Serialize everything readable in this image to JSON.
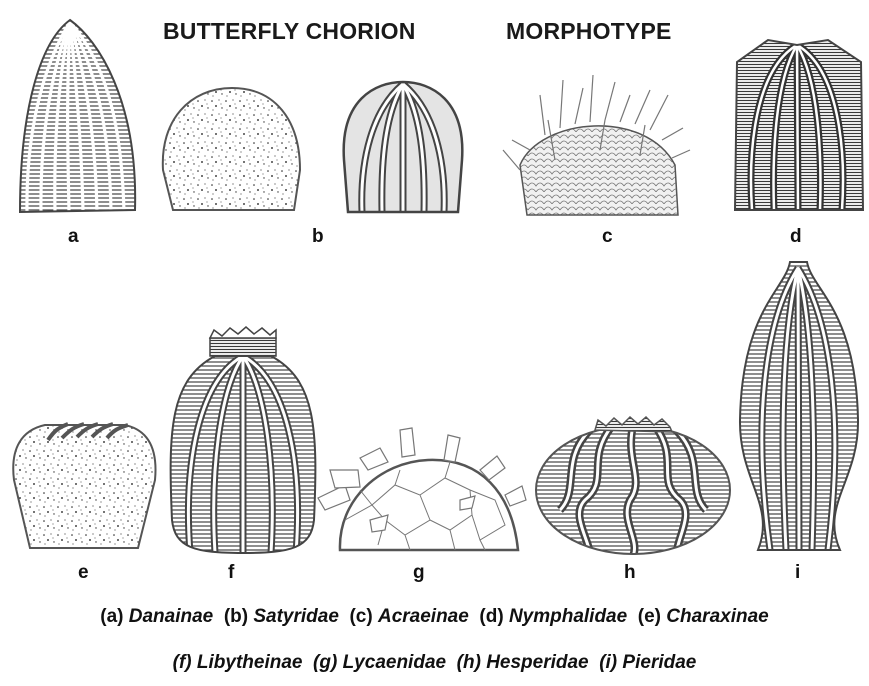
{
  "title_part1": "BUTTERFLY CHORION",
  "title_part2": "MORPHOTYPE",
  "egg_labels": [
    "a",
    "b",
    "c",
    "d",
    "e",
    "f",
    "g",
    "h",
    "i"
  ],
  "caption_line1": [
    {
      "code": "(a)",
      "name": "Danainae"
    },
    {
      "code": "(b)",
      "name": "Satyridae"
    },
    {
      "code": "(c)",
      "name": "Acraeinae"
    },
    {
      "code": "(d)",
      "name": "Nymphalidae"
    },
    {
      "code": "(e)",
      "name": "Charaxinae"
    }
  ],
  "caption_line2": [
    {
      "code": "(f)",
      "name": "Libytheinae"
    },
    {
      "code": "(g)",
      "name": "Lycaenidae"
    },
    {
      "code": "(h)",
      "name": "Hesperidae"
    },
    {
      "code": "(i)",
      "name": "Pieridae"
    }
  ]
}
